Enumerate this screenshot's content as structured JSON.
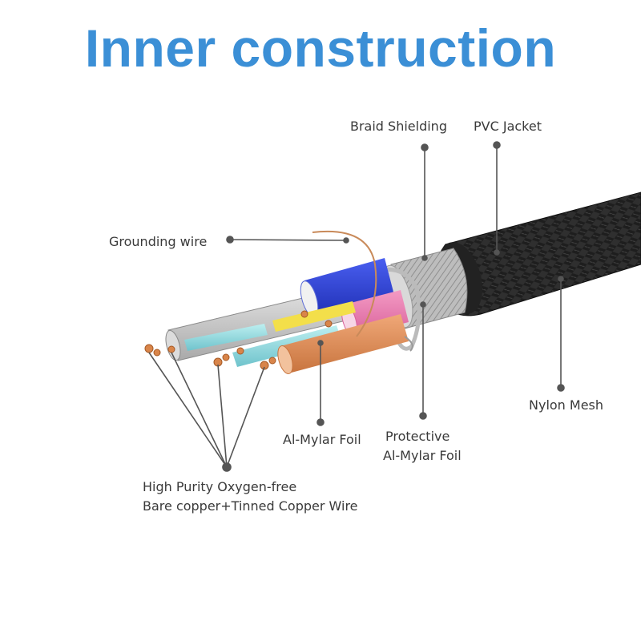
{
  "title": "Inner construction",
  "labels": {
    "braid_shielding": "Braid Shielding",
    "pvc_jacket": "PVC Jacket",
    "grounding_wire": "Grounding wire",
    "nylon_mesh": "Nylon Mesh",
    "al_mylar_foil": "Al-Mylar Foil",
    "protective_line1": "Protective",
    "protective_line2": "Al-Mylar Foil",
    "copper_line1": "High Purity Oxygen-free",
    "copper_line2": "Bare copper+Tinned Copper Wire"
  },
  "colors": {
    "title": "#3b8fd6",
    "label": "#3a3a3a",
    "leader": "#555555",
    "jacket": "#1c1c1c",
    "copper": "#d9854a"
  }
}
